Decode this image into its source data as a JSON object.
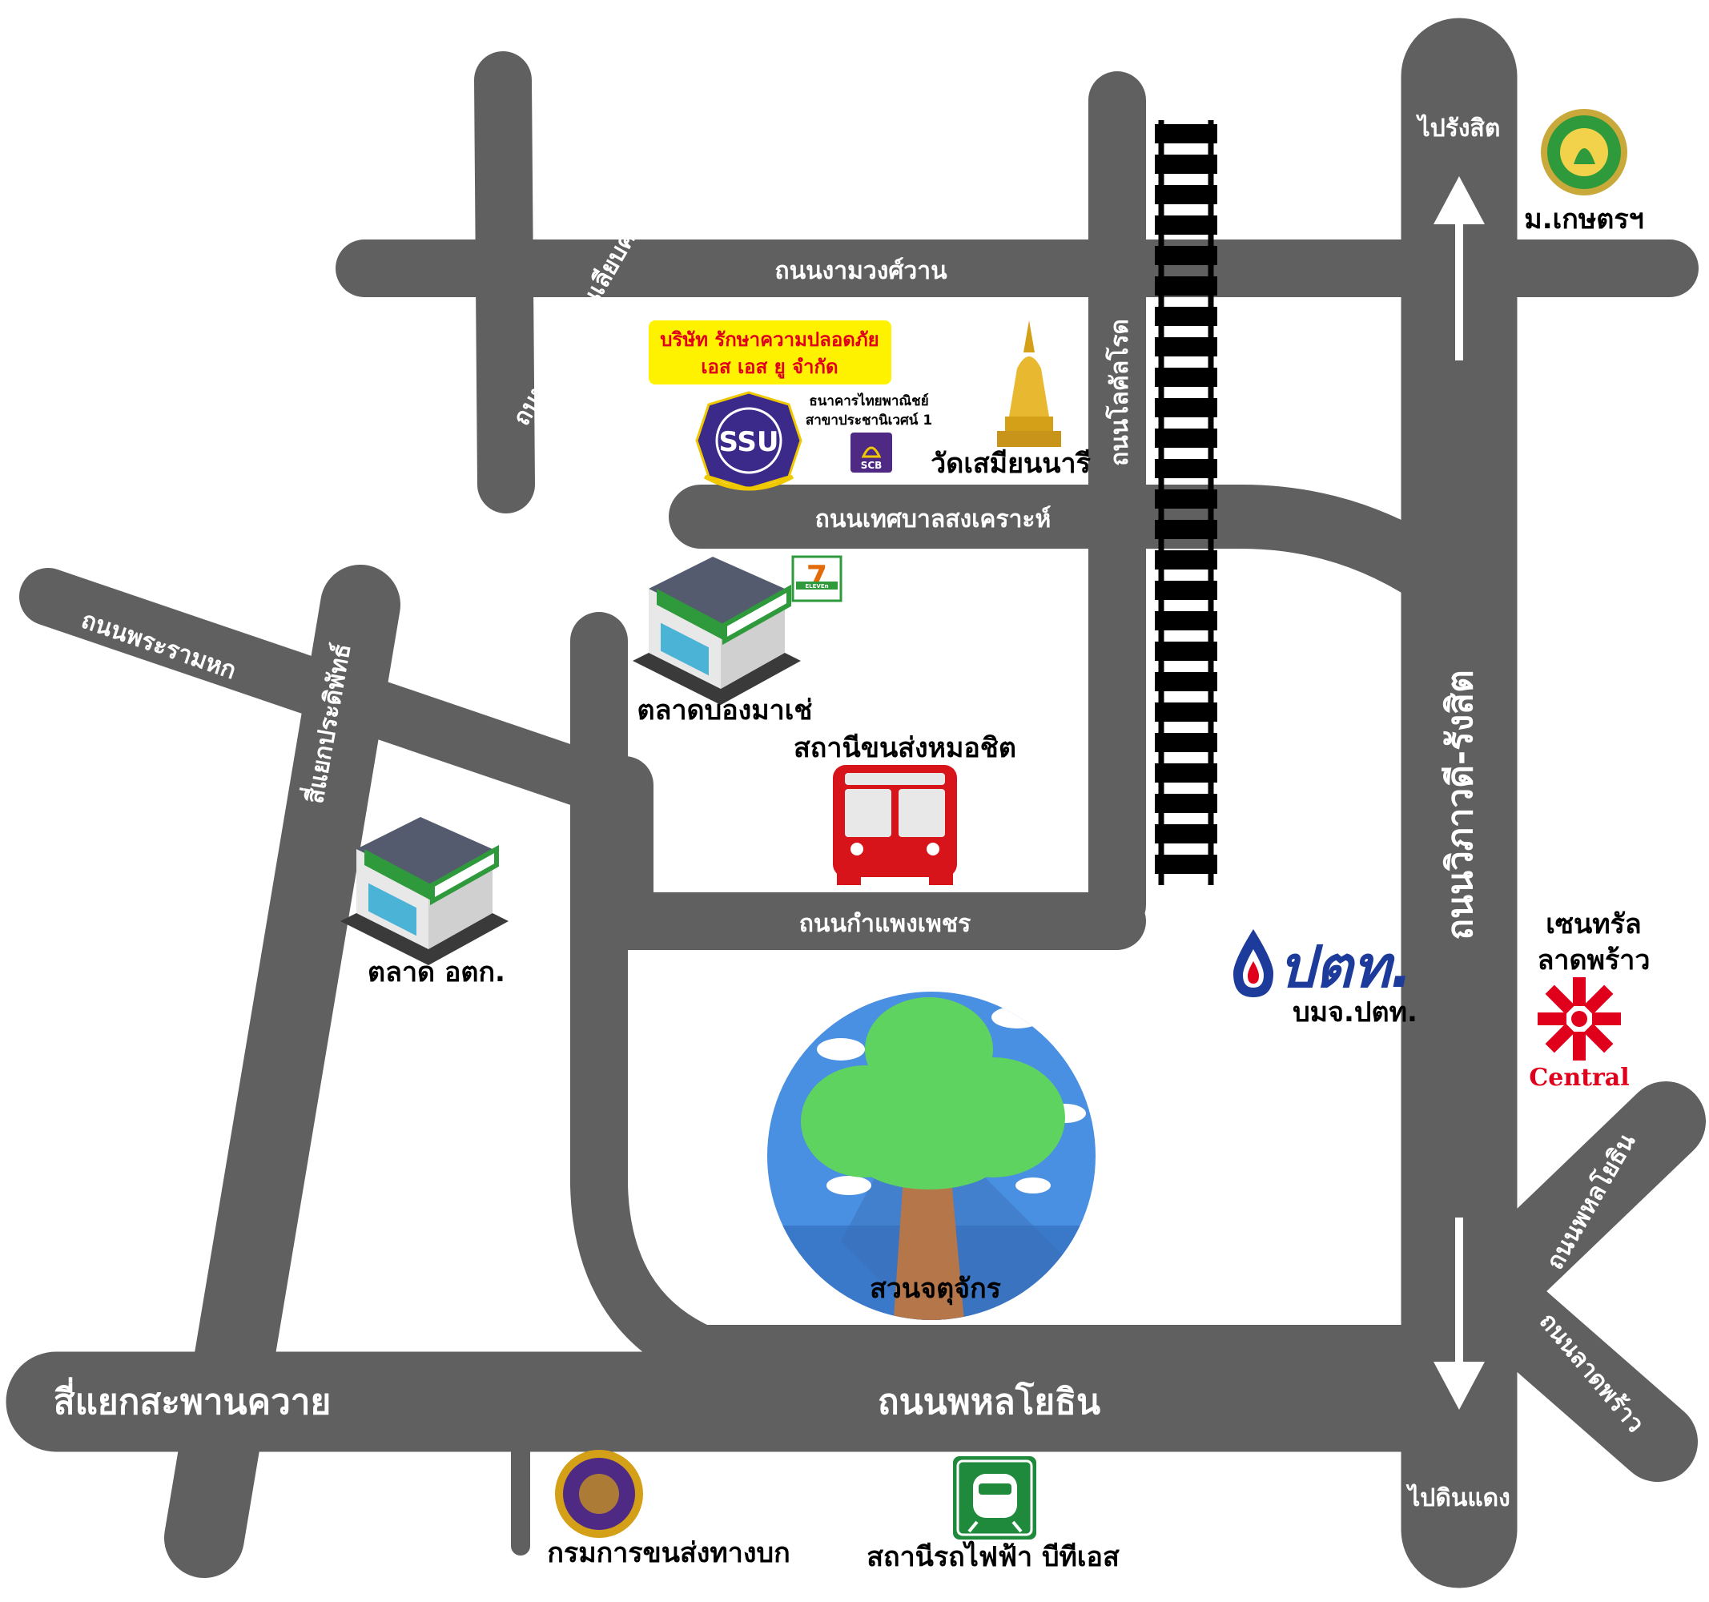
{
  "roads": {
    "ngamwongwan": "ถนนงามวงศ์วาน",
    "prachachuen": "ถนนประชาชื่นเลียบคลองประปา",
    "lokkhanathorn": "ถนนโลคัลโรด",
    "thetsaban": "ถนนเทศบาลสงเคราะห์",
    "rama6": "ถนนพระรามหก",
    "pradiphat_junction": "สี่แยกประดิพัทธ์",
    "kamphaengphet": "ถนนกำแพงเพชร",
    "vibhavadi": "ถนนวิภาวดี-รังสิต",
    "phahonyothin_main": "ถนนพหลโยธิน",
    "saphan_khwai": "สี่แยกสะพานควาย",
    "phahonyothin_diag": "ถนนพหลโยธิน",
    "ladprao": "ถนนลาดพร้าว"
  },
  "directions": {
    "to_rangsit": "ไปรังสิต",
    "to_dindaeng": "ไปดินแดง"
  },
  "places": {
    "kasetsart": "ม.เกษตรฯ",
    "company_line1": "บริษัท รักษาความปลอดภัย",
    "company_line2": "เอส เอส ยู จำกัด",
    "company_logo_text": "SSU",
    "scb_line1": "ธนาคารไทยพาณิชย์",
    "scb_line2": "สาขาประชานิเวศน์ 1",
    "scb_logo_text": "SCB",
    "wat": "วัดเสมียนนารี",
    "bong_marche": "ตลาดบองมาเช่",
    "seven_eleven": "ELEVEn",
    "mochit_station": "สถานีขนส่งหมอชิต",
    "or_tor_kor": "ตลาด อตก.",
    "ptt_logo": "ปตท.",
    "ptt_company": "บมจ.ปตท.",
    "central_line1": "เซนทรัล",
    "central_line2": "ลาดพร้าว",
    "central_logo": "Central",
    "chatuchak_park": "สวนจตุจักร",
    "land_transport_dept": "กรมการขนส่งทางบก",
    "bts_station": "สถานีรถไฟฟ้า บีทีเอส"
  },
  "colors": {
    "road": "#606060",
    "rail": "#000000",
    "ptt_blue": "#1d3b9a",
    "central_red": "#e0001b",
    "company_box": "#fff200",
    "bus_red": "#d7141a",
    "tree_green": "#5fd35f",
    "sky_blue": "#4a90e2",
    "bts_green": "#1f8a3c"
  },
  "icons": [
    "kasetsart-seal-icon",
    "ssu-badge-icon",
    "scb-logo-icon",
    "pagoda-icon",
    "7eleven-logo-icon",
    "market-shop-icon",
    "bus-icon",
    "ptt-logo-icon",
    "central-logo-icon",
    "tree-park-icon",
    "dlt-seal-icon",
    "bts-train-icon",
    "up-arrow-icon",
    "down-arrow-icon",
    "railway-track-icon"
  ]
}
